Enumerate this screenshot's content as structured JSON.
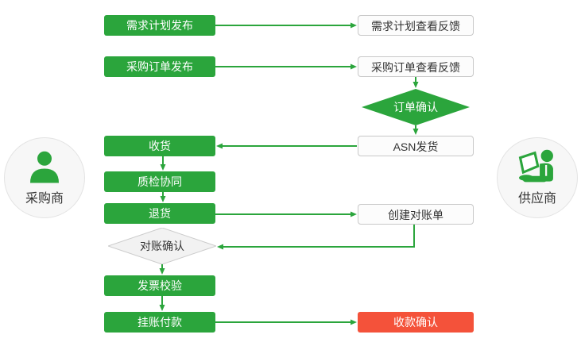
{
  "actors": {
    "buyer": "采购商",
    "supplier": "供应商"
  },
  "nodes": {
    "demand_plan_publish": "需求计划发布",
    "demand_plan_feedback": "需求计划查看反馈",
    "po_publish": "采购订单发布",
    "po_feedback": "采购订单查看反馈",
    "order_confirm": "订单确认",
    "receive_goods": "收货",
    "asn_ship": "ASN发货",
    "quality_check": "质检协同",
    "return_goods": "退货",
    "create_statement": "创建对账单",
    "reconcile_confirm": "对账确认",
    "invoice_check": "发票校验",
    "payment_on_account": "挂账付款",
    "receipt_confirm": "收款确认"
  },
  "colors": {
    "process_green": "#2BA53C",
    "arrow_green": "#2BA53C",
    "highlight_red": "#F4523A",
    "white_box_bg": "#FCFCFC",
    "white_box_border": "#C8C8C8",
    "gray_diamond_bg": "#F2F2F2",
    "gray_diamond_border": "#CCCCCC",
    "actor_circle_bg": "#F7F7F7",
    "text_dark": "#333333"
  }
}
